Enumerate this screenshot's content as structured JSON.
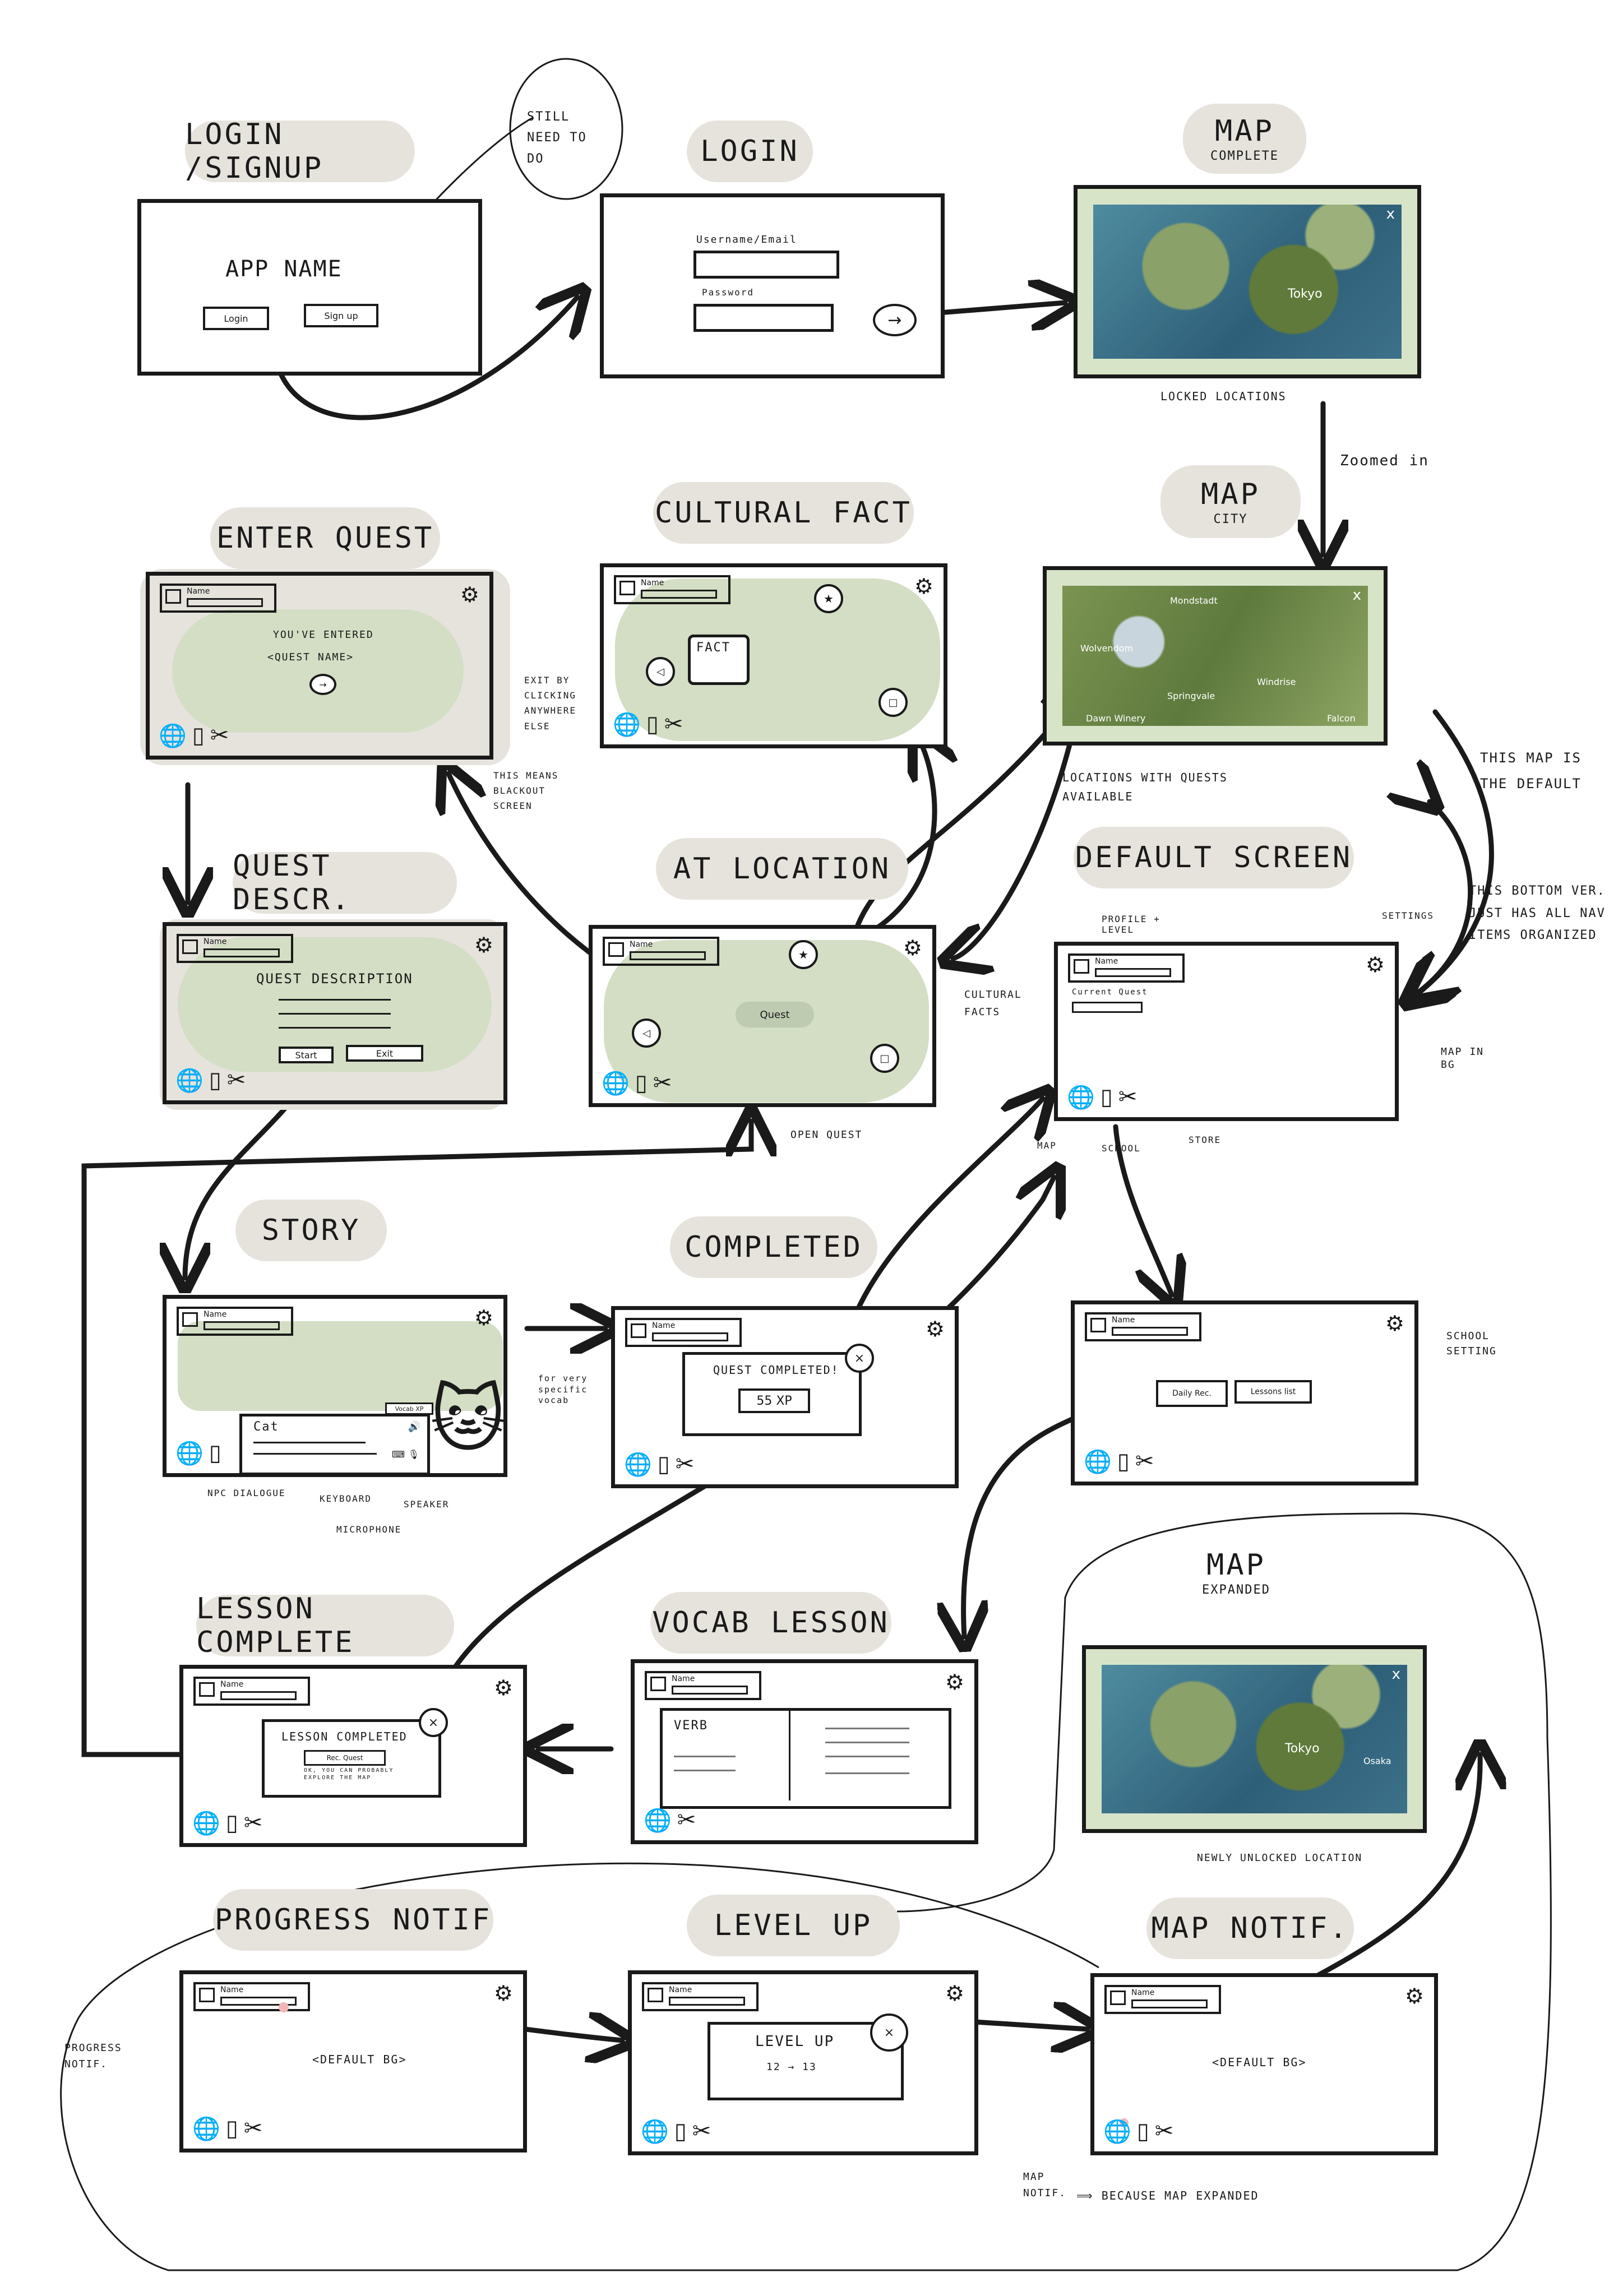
{
  "screens": {
    "login_signup": {
      "title": "Login /Signup",
      "app_name": "App Name",
      "login_btn": "Login",
      "signup_btn": "Sign up",
      "note": "Still need to do"
    },
    "login": {
      "title": "Login",
      "username_label": "Username/Email",
      "password_label": "Password",
      "submit_icon": "→"
    },
    "map_complete": {
      "title": "Map",
      "subtitle": "complete",
      "close": "x",
      "city_label": "Tokyo",
      "annotation": "Locked locations"
    },
    "map_city": {
      "title": "Map",
      "subtitle": "city",
      "close": "x",
      "annotation": "Locations with quests available",
      "zoom_note": "Zoomed in",
      "places": [
        "Mondstadt",
        "Wolvendom",
        "Windrise",
        "Springvale",
        "Falcon",
        "Dawn Winery"
      ]
    },
    "enter_quest": {
      "title": "Enter Quest",
      "text1": "You've entered",
      "text2": "<Quest Name>",
      "side_note1": "Exit by clicking anywhere else",
      "side_note2": "This means blackout screen"
    },
    "cultural_fact": {
      "title": "Cultural Fact",
      "fact_label": "Fact"
    },
    "at_location": {
      "title": "At Location",
      "quest_label": "Quest",
      "annotation_facts": "Cultural facts",
      "annotation_open": "Open quest"
    },
    "default_screen": {
      "title": "Default Screen",
      "current_quest": "Current Quest",
      "annotation_profile": "Profile + level",
      "annotation_settings": "Settings",
      "annotation_map_bg": "Map in BG",
      "nav_map": "Map",
      "nav_school": "School",
      "nav_store": "Store",
      "side_note_default": "This map is the default",
      "side_note_bottom": "This bottom ver. just has all nav items organized"
    },
    "quest_descr": {
      "title": "Quest Descr.",
      "heading": "Quest Description",
      "start_btn": "Start",
      "exit_btn": "Exit"
    },
    "story": {
      "title": "Story",
      "speaker_name": "Cat",
      "annotation_npc": "NPC Dialogue",
      "annotation_keyboard": "Keyboard",
      "annotation_mic": "Microphone",
      "annotation_speaker": "Speaker",
      "annotation_vocab": "for very specific vocab",
      "vocab_tag": "Vocab XP"
    },
    "completed": {
      "title": "Completed",
      "modal_title": "Quest Completed!",
      "xp": "55 XP"
    },
    "school": {
      "btn_daily": "Daily Rec.",
      "btn_lessons": "Lessons list",
      "annotation": "School setting"
    },
    "lesson_complete": {
      "title": "Lesson Complete",
      "modal_title": "Lesson Completed",
      "sub": "Rec. Quest",
      "small": "Ok, you can probably explore the map"
    },
    "vocab_lesson": {
      "title": "Vocab Lesson",
      "word": "Verb"
    },
    "map_expanded": {
      "title": "Map",
      "subtitle": "expanded",
      "close": "x",
      "city_label": "Tokyo",
      "new_label": "Osaka",
      "annotation": "Newly unlocked location"
    },
    "progress_notif": {
      "title": "Progress Notif",
      "bg": "<Default BG>",
      "annotation": "Progress notif."
    },
    "level_up": {
      "title": "Level Up",
      "modal_title": "Level Up",
      "from_to": "12 → 13"
    },
    "map_notif": {
      "title": "Map Notif.",
      "bg": "<Default BG>",
      "annotation1": "Map notif.",
      "annotation2": "⟹ Because map expanded"
    }
  },
  "hud": {
    "name": "Name",
    "gear": "⚙",
    "nav_map": "🌐",
    "nav_school": "▯",
    "nav_store": "✂"
  },
  "colors": {
    "pill": "#e6e3dd",
    "green_blob": "#d3dec4",
    "frame": "#1a1a1a",
    "map_border": "#d8e4c8"
  }
}
